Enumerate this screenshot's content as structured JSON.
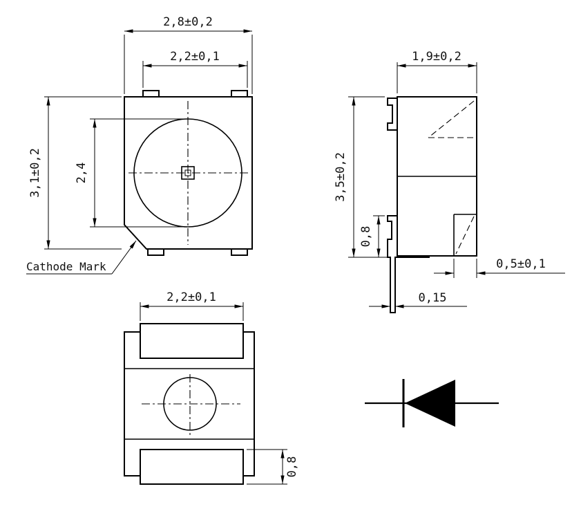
{
  "page": {
    "background": "#ffffff",
    "line_color": "#000000",
    "description": "SMD LED package outline dimension drawing"
  },
  "top_view": {
    "outer_width": "2,8±0,2",
    "inner_width": "2,2±0,1",
    "outer_height": "3,1±0,2",
    "emitter_height": "2,4",
    "cathode_label": "Cathode Mark"
  },
  "side_view": {
    "width": "1,9±0,2",
    "height": "3,5±0,2",
    "lead_height": "0,8",
    "standoff": "0,5±0,1",
    "lead_thickness": "0,15"
  },
  "bottom_view": {
    "pad_width": "2,2±0,1",
    "pad_height": "0,8"
  }
}
